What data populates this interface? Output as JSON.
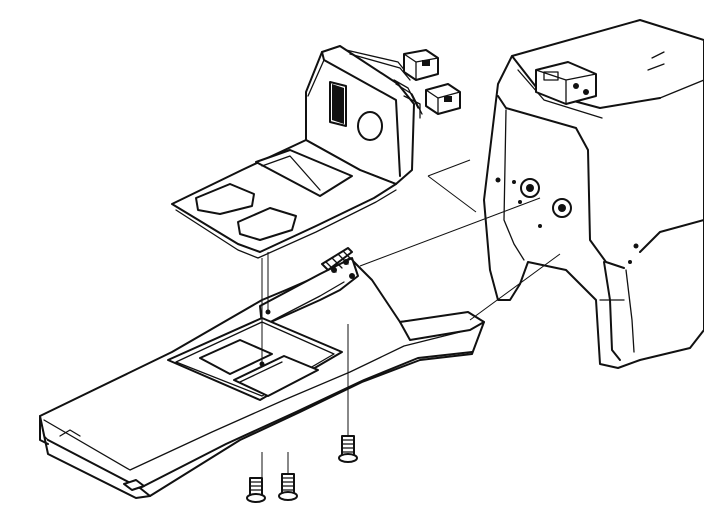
{
  "figure": {
    "type": "exploded-assembly-diagram",
    "colors": {
      "line": "#111111",
      "background": "#ffffff"
    },
    "parts": [
      {
        "id": "switch-bracket",
        "icon": "switch-bracket"
      },
      {
        "id": "wiring-connectors",
        "icon": "connector"
      },
      {
        "id": "dash-panel",
        "icon": "instrument-panel"
      },
      {
        "id": "center-console",
        "icon": "console"
      },
      {
        "id": "mounting-screws",
        "icon": "screw",
        "count": 3
      }
    ]
  }
}
